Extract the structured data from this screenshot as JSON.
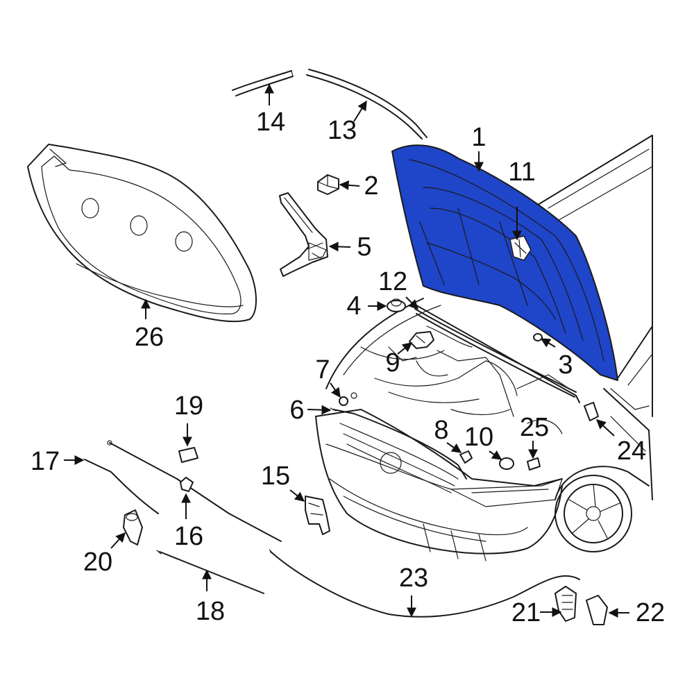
{
  "colors": {
    "highlight": "#1f45c8",
    "line": "#1a1a1a",
    "background": "#ffffff"
  },
  "callouts": [
    {
      "id": "c1",
      "label": "1"
    },
    {
      "id": "c2",
      "label": "2"
    },
    {
      "id": "c3",
      "label": "3"
    },
    {
      "id": "c4",
      "label": "4"
    },
    {
      "id": "c5",
      "label": "5"
    },
    {
      "id": "c6",
      "label": "6"
    },
    {
      "id": "c7",
      "label": "7"
    },
    {
      "id": "c8",
      "label": "8"
    },
    {
      "id": "c9",
      "label": "9"
    },
    {
      "id": "c10",
      "label": "10"
    },
    {
      "id": "c11",
      "label": "11"
    },
    {
      "id": "c12",
      "label": "12"
    },
    {
      "id": "c13",
      "label": "13"
    },
    {
      "id": "c14",
      "label": "14"
    },
    {
      "id": "c15",
      "label": "15"
    },
    {
      "id": "c16",
      "label": "16"
    },
    {
      "id": "c17",
      "label": "17"
    },
    {
      "id": "c18",
      "label": "18"
    },
    {
      "id": "c19",
      "label": "19"
    },
    {
      "id": "c20",
      "label": "20"
    },
    {
      "id": "c21",
      "label": "21"
    },
    {
      "id": "c22",
      "label": "22"
    },
    {
      "id": "c23",
      "label": "23"
    },
    {
      "id": "c24",
      "label": "24"
    },
    {
      "id": "c25",
      "label": "25"
    },
    {
      "id": "c26",
      "label": "26"
    }
  ]
}
